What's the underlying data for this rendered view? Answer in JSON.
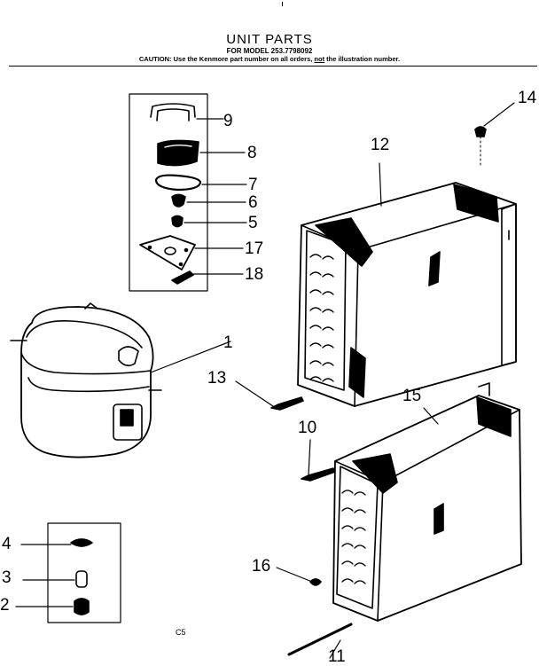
{
  "header": {
    "title": "UNIT PARTS",
    "subtitle": "FOR MODEL 253.7798092",
    "caution_prefix": "CAUTION: Use the Kenmore part number on all orders, ",
    "caution_not": "not",
    "caution_suffix": " the illustration number."
  },
  "callouts": {
    "n1": "1",
    "n2": "2",
    "n3": "3",
    "n4": "4",
    "n5": "5",
    "n6": "6",
    "n7": "7",
    "n8": "8",
    "n9": "9",
    "n10": "10",
    "n11": "11",
    "n12": "12",
    "n13": "13",
    "n14": "14",
    "n15": "15",
    "n16": "16",
    "n17": "17",
    "n18": "18"
  },
  "footer": {
    "code": "C5"
  }
}
